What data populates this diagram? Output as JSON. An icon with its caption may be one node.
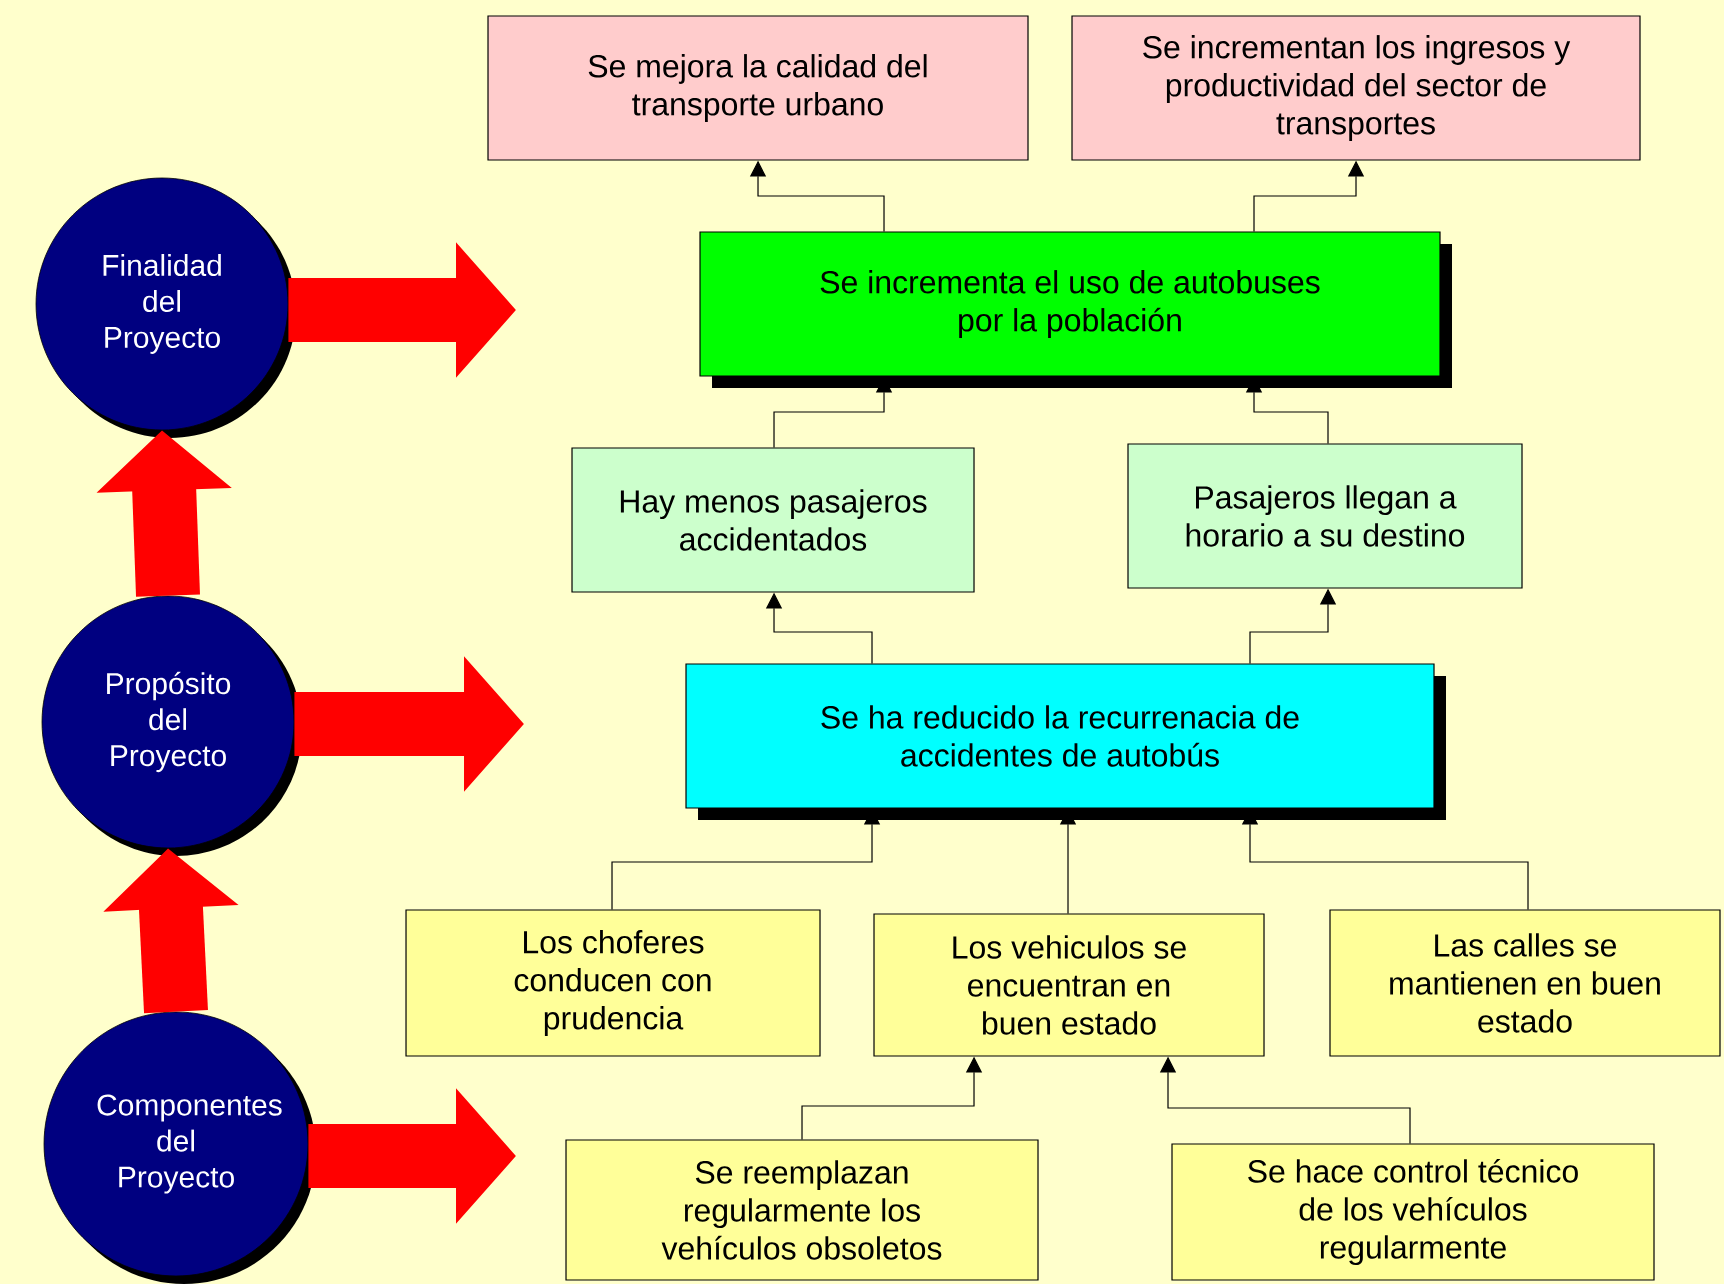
{
  "diagram": {
    "nodes": [
      {
        "text": [
          "Finalidad del Proyecto"
        ]
      },
      {
        "text": [
          "Propósito del Proyecto"
        ]
      },
      {
        "text": [
          "Componentes del Proyecto"
        ]
      },
      {
        "text": [
          "Se mejora la calidad del transporte urbano"
        ]
      },
      {
        "text": [
          "Se incrementan los ingresos y productividad del sector de transportes"
        ]
      },
      {
        "text": [
          "Se incrementa el uso de autobuses por la población"
        ]
      },
      {
        "text": [
          "Hay menos pasajeros accidentados"
        ]
      },
      {
        "text": [
          "Pasajeros llegan a horario a su destino"
        ]
      },
      {
        "text": [
          "Se ha reducido la recurrenacia de accidentes de autobús"
        ]
      },
      {
        "text": [
          "Los choferes conducen con prudencia"
        ]
      },
      {
        "text": [
          "Los vehiculos se encuentran en buen estado"
        ]
      },
      {
        "text": [
          "Las calles se mantienen en buen estado"
        ]
      },
      {
        "text": [
          "Se reemplazan regularmente los vehículos obsoletos"
        ]
      },
      {
        "text": [
          "Se hace control técnico de los vehículos regularmente"
        ]
      }
    ],
    "edges": [
      {
        "from": 5,
        "to": 3,
        "arrow": "to"
      },
      {
        "from": 5,
        "to": 4,
        "arrow": "to"
      },
      {
        "from": 6,
        "to": 5,
        "arrow": "to"
      },
      {
        "from": 7,
        "to": 5,
        "arrow": "to"
      },
      {
        "from": 8,
        "to": 6,
        "arrow": "to"
      },
      {
        "from": 8,
        "to": 7,
        "arrow": "to"
      },
      {
        "from": 9,
        "to": 8,
        "arrow": "to"
      },
      {
        "from": 10,
        "to": 8,
        "arrow": "to"
      },
      {
        "from": 11,
        "to": 8,
        "arrow": "to"
      },
      {
        "from": 12,
        "to": 10,
        "arrow": "to"
      },
      {
        "from": 13,
        "to": 10,
        "arrow": "to"
      },
      {
        "from": 2,
        "to": 1,
        "arrow": "to",
        "style": "thick",
        "color": "#ff0000"
      },
      {
        "from": 1,
        "to": 0,
        "arrow": "to",
        "style": "thick",
        "color": "#ff0000"
      },
      {
        "from": 0,
        "to": null,
        "arrow": "to",
        "style": "thick",
        "color": "#ff0000"
      },
      {
        "from": 1,
        "to": null,
        "arrow": "to",
        "style": "thick",
        "color": "#ff0000"
      },
      {
        "from": 2,
        "to": null,
        "arrow": "to",
        "style": "thick",
        "color": "#ff0000"
      }
    ]
  }
}
